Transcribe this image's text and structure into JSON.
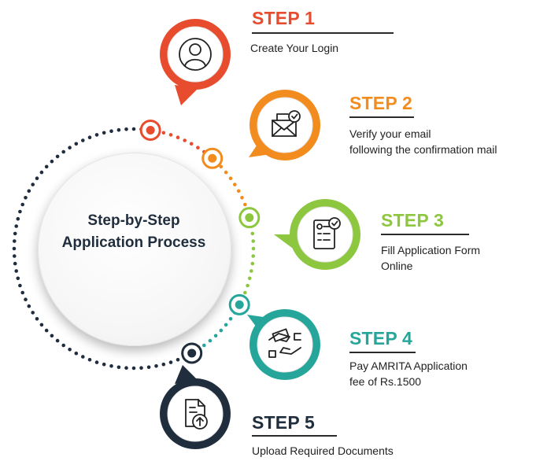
{
  "center": {
    "line1": "Step-by-Step",
    "line2": "Application Process"
  },
  "dot_colors": [
    "#e84c2e",
    "#f28c1e",
    "#8dc63f",
    "#26a69a",
    "#1f2d3d"
  ],
  "steps": [
    {
      "title": "STEP 1",
      "desc_lines": [
        "Create Your Login"
      ],
      "color": "#e84c2e",
      "icon": "user-icon"
    },
    {
      "title": "STEP 2",
      "desc_lines": [
        "Verify your email",
        "following the confirmation mail"
      ],
      "color": "#f28c1e",
      "icon": "email-verify-icon"
    },
    {
      "title": "STEP 3",
      "desc_lines": [
        "Fill Application Form",
        "Online"
      ],
      "color": "#8dc63f",
      "icon": "form-checklist-icon"
    },
    {
      "title": "STEP 4",
      "desc_lines": [
        "Pay AMRITA Application",
        "fee of Rs.1500"
      ],
      "color": "#26a69a",
      "icon": "payment-handshake-icon"
    },
    {
      "title": "STEP 5",
      "desc_lines": [
        "Upload Required Documents"
      ],
      "color": "#1f2d3d",
      "icon": "document-upload-icon"
    }
  ]
}
